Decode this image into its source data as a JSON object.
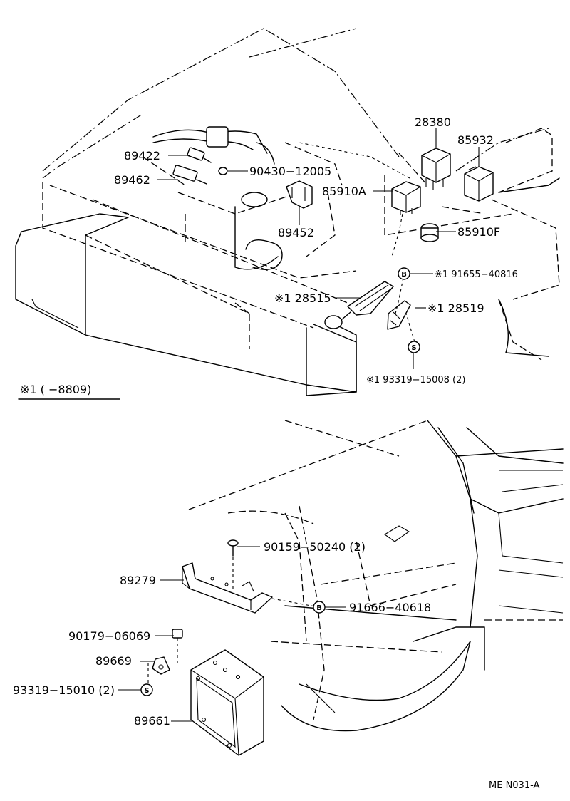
{
  "labels": {
    "p28380": "28380",
    "p85932": "85932",
    "p89422": "89422",
    "p90430": "90430−12005",
    "p89462": "89462",
    "p85910a": "85910A",
    "p89452": "89452",
    "p85910f": "85910F",
    "p91655": "※1 91655−40816",
    "p28515": "※1 28515",
    "p28519": "※1 28519",
    "p93319_15008": "※1 93319−15008 (2)",
    "note": "※1 (    −8809)",
    "p90159": "90159−50240 (2)",
    "p89279": "89279",
    "p91666": "91666−40618",
    "p90179": "90179−06069",
    "p89669": "89669",
    "p93319_15010": "93319−15010 (2)",
    "p89661": "89661",
    "footer": "ME  N031-A"
  },
  "badges": {
    "bolt_b": "B",
    "screw_s": "S"
  }
}
